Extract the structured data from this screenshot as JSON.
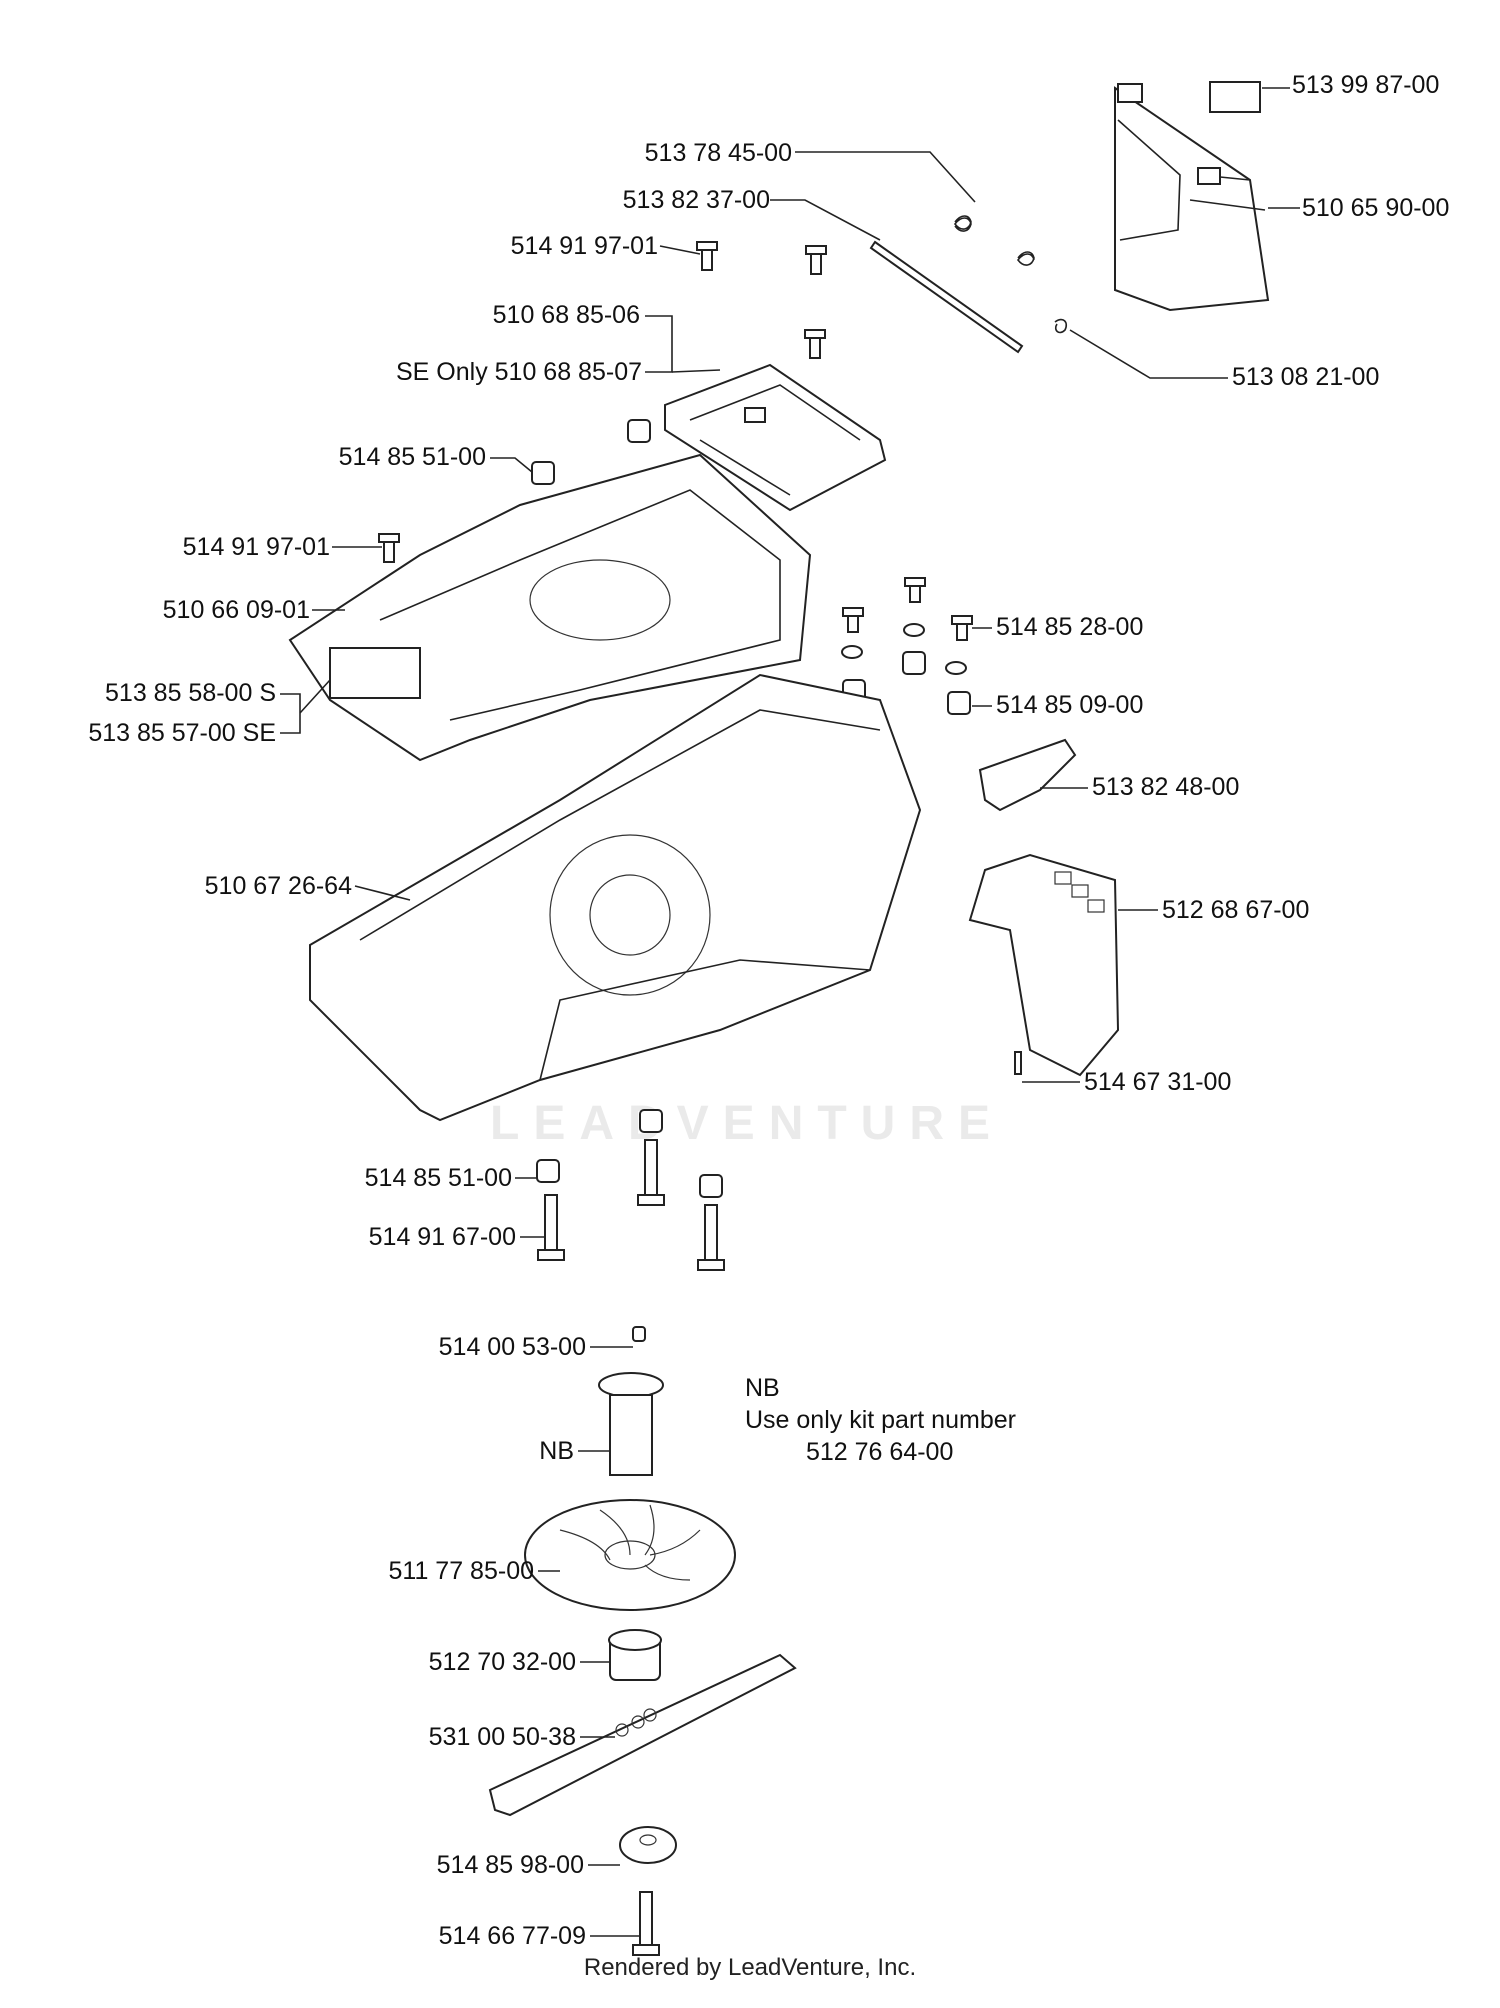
{
  "watermark": "LEADVENTURE",
  "footer": "Rendered by LeadVenture, Inc.",
  "labels": {
    "p513998700": "513 99 87-00",
    "p513784500": "513 78 45-00",
    "p510659000": "510 65 90-00",
    "p513823700": "513 82 37-00",
    "p514919701a": "514 91 97-01",
    "p513082100": "513 08 21-00",
    "p510688506": "510 68 85-06",
    "p510688507": "SE Only 510 68 85-07",
    "p514855100a": "514 85 51-00",
    "p514919701b": "514 91 97-01",
    "p510660901": "510 66 09-01",
    "p514852800": "514 85 28-00",
    "p513855800": "513 85 58-00 S",
    "p513855700": "513 85 57-00 SE",
    "p514850900": "514 85 09-00",
    "p513824800": "513 82 48-00",
    "p510672664": "510 67 26-64",
    "p512686700": "512 68 67-00",
    "p514673100": "514 67 31-00",
    "p514855100b": "514 85 51-00",
    "p514916700": "514 91 67-00",
    "p514005300": "514 00 53-00",
    "nb": "NB",
    "p511778500": "511 77 85-00",
    "p512703200": "512 70 32-00",
    "p531005038": "531 00 50-38",
    "p514859800": "514 85 98-00",
    "p514667709": "514 66 77-09"
  },
  "note": {
    "title": "NB",
    "line1": "Use only kit part number",
    "line2": "512 76 64-00"
  }
}
